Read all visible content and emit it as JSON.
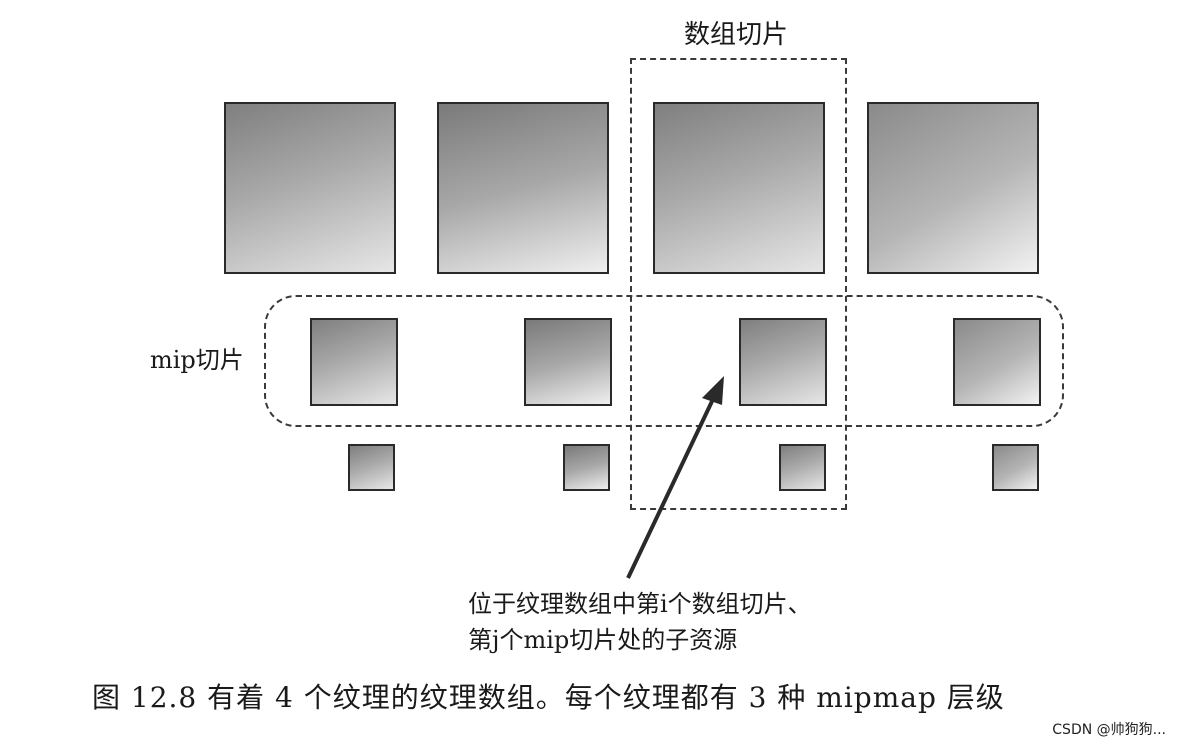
{
  "labels": {
    "array_slice": "数组切片",
    "mip_slice": "mip切片",
    "callout_line1": "位于纹理数组中第i个数组切片、",
    "callout_line2": "第j个mip切片处的子资源"
  },
  "caption": "图 12.8   有着 4 个纹理的纹理数组。每个纹理都有 3 种 mipmap 层级",
  "watermark": "CSDN @帅狗狗..."
}
